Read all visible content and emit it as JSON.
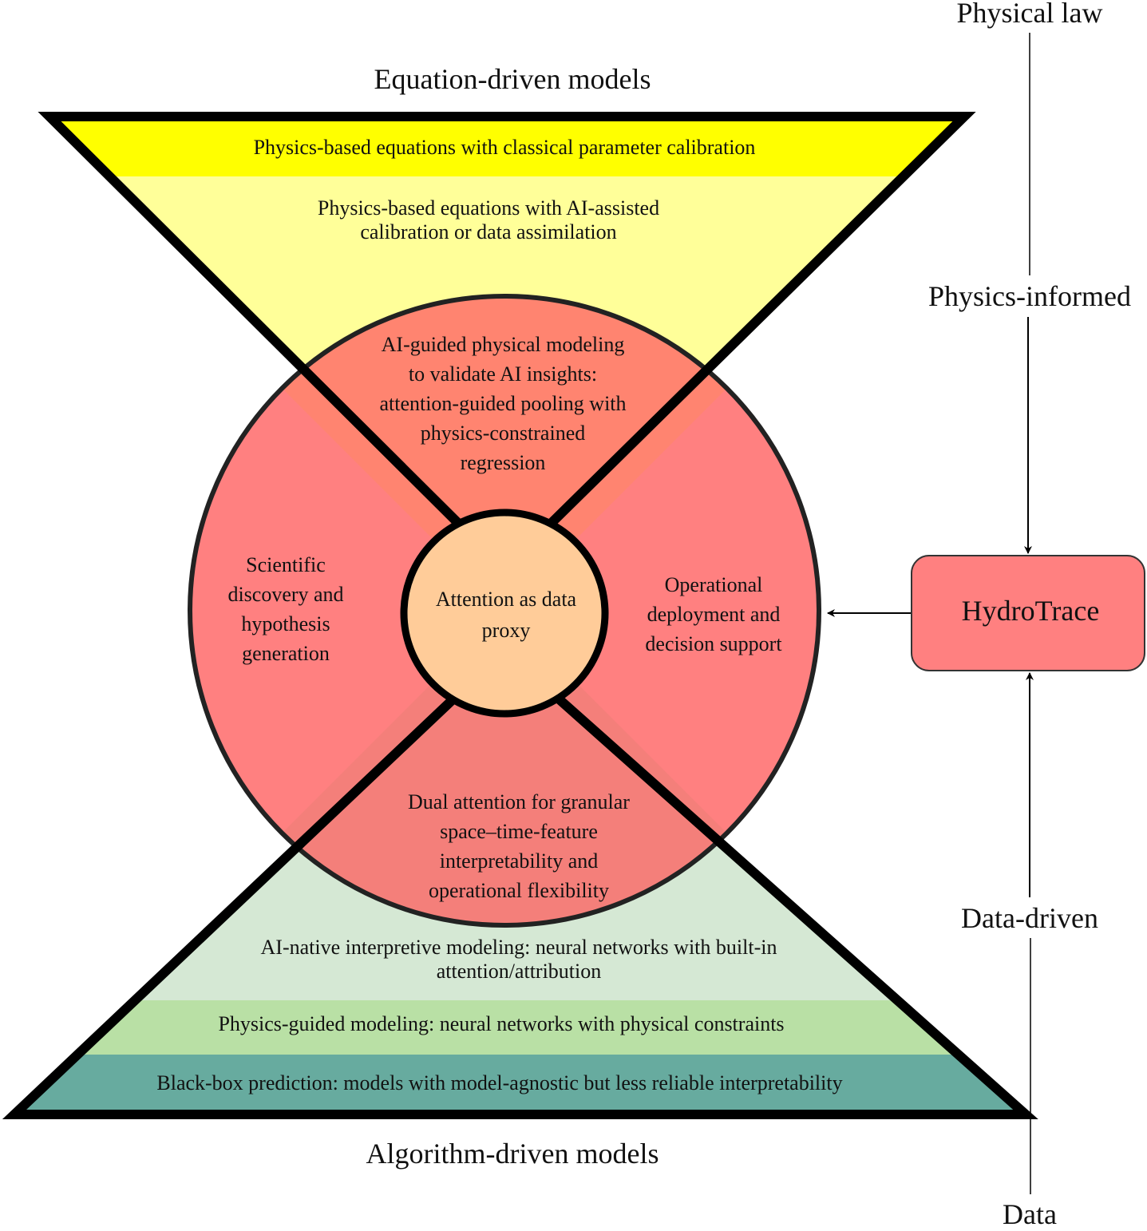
{
  "captions": {
    "top": "Equation-driven models",
    "bottom": "Algorithm-driven models"
  },
  "top_triangle": {
    "bands": [
      {
        "label": "Physics-based equations with classical parameter calibration",
        "color": "#FFFF00"
      },
      {
        "label_lines": [
          "Physics-based equations with AI-assisted",
          "calibration or data assimilation"
        ],
        "color": "#FFFF99"
      }
    ]
  },
  "bottom_triangle": {
    "bands": [
      {
        "label_lines": [
          "AI-native interpretive modeling: neural networks with built-in",
          "attention/attribution"
        ],
        "color": "#D5E8D4"
      },
      {
        "label": "Physics-guided modeling: neural networks with physical constraints",
        "color": "#B9E0A5"
      },
      {
        "label": "Black-box prediction: models with model-agnostic but less reliable interpretability",
        "color": "#67AB9F"
      }
    ]
  },
  "ring": {
    "color": "#FF8080",
    "sectors": {
      "top": {
        "lines": [
          "AI-guided physical modeling",
          "to validate AI insights:",
          "attention-guided pooling with",
          "physics-constrained",
          "regression"
        ],
        "color": "#FF8470"
      },
      "left": {
        "lines": [
          "Scientific",
          "discovery and",
          "hypothesis",
          "generation"
        ],
        "color": "#FF8080"
      },
      "right": {
        "lines": [
          "Operational",
          "deployment and",
          "decision support"
        ],
        "color": "#FF8080"
      },
      "bottom": {
        "lines": [
          "Dual attention for granular",
          "space–time-feature",
          "interpretability and",
          "operational flexibility"
        ],
        "color": "#F47F7A"
      }
    }
  },
  "center": {
    "lines": [
      "Attention as data",
      "proxy"
    ],
    "color": "#FFCC99"
  },
  "hydrotrace": {
    "label": "HydroTrace",
    "color": "#FF8080"
  },
  "axis": {
    "labels": [
      "Physical law",
      "Physics-informed",
      "Data-driven",
      "Data"
    ]
  }
}
